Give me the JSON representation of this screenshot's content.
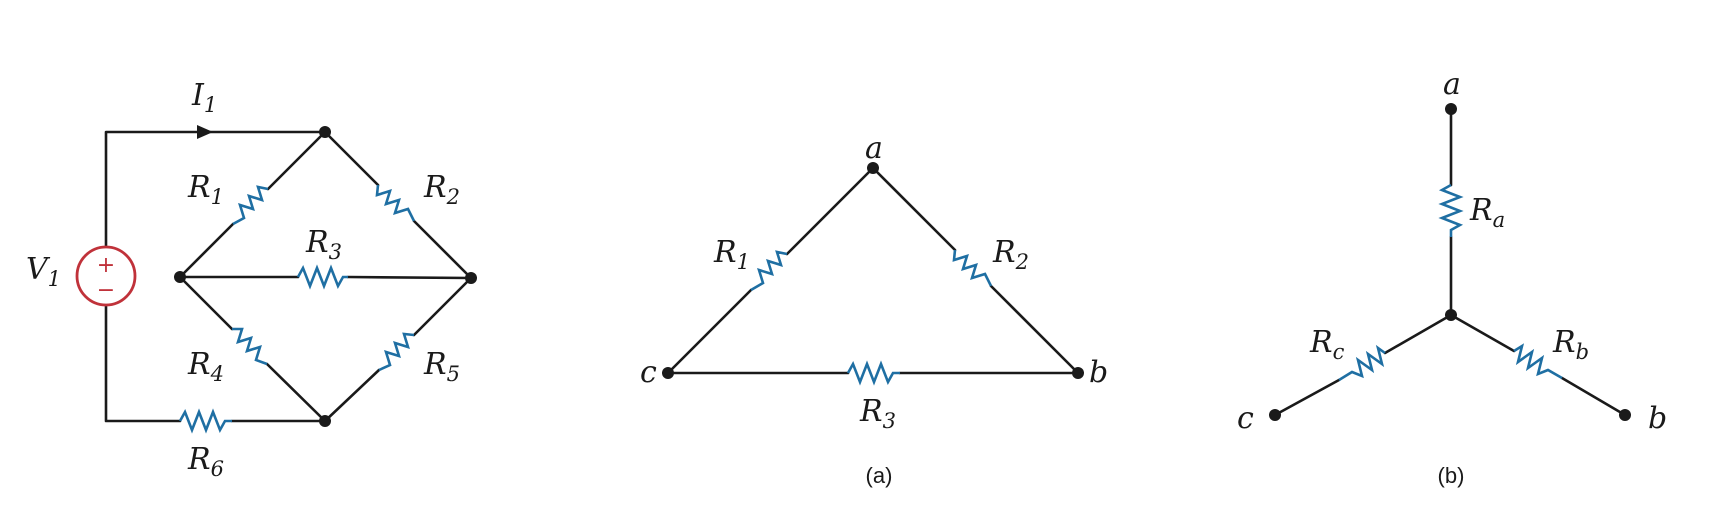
{
  "figure_a": {
    "caption": "(a)"
  },
  "figure_b": {
    "caption": "(b)"
  },
  "bridge": {
    "source": {
      "name": "V",
      "sub": "1",
      "plus": "+",
      "minus": "−"
    },
    "current": {
      "name": "I",
      "sub": "1"
    },
    "resistors": {
      "r1": {
        "name": "R",
        "sub": "1"
      },
      "r2": {
        "name": "R",
        "sub": "2"
      },
      "r3": {
        "name": "R",
        "sub": "3"
      },
      "r4": {
        "name": "R",
        "sub": "4"
      },
      "r5": {
        "name": "R",
        "sub": "5"
      },
      "r6": {
        "name": "R",
        "sub": "6"
      }
    }
  },
  "delta": {
    "nodes": {
      "a": "a",
      "b": "b",
      "c": "c"
    },
    "resistors": {
      "r1": {
        "name": "R",
        "sub": "1"
      },
      "r2": {
        "name": "R",
        "sub": "2"
      },
      "r3": {
        "name": "R",
        "sub": "3"
      }
    }
  },
  "wye": {
    "nodes": {
      "a": "a",
      "b": "b",
      "c": "c"
    },
    "resistors": {
      "ra": {
        "name": "R",
        "sub": "a"
      },
      "rb": {
        "name": "R",
        "sub": "b"
      },
      "rc": {
        "name": "R",
        "sub": "c"
      }
    }
  },
  "colors": {
    "wire": "#1a1a1a",
    "resistor": "#1f6fa3",
    "source": "#c0323a"
  }
}
